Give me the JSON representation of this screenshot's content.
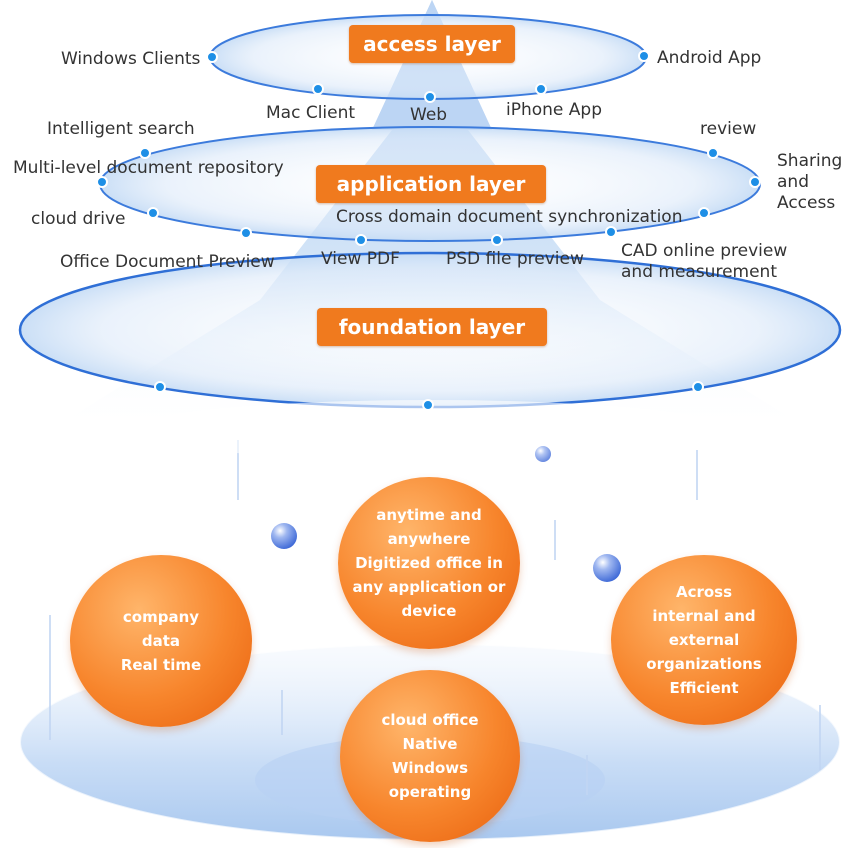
{
  "layers": {
    "access": "access layer",
    "application": "application layer",
    "foundation": "foundation layer"
  },
  "access_labels": {
    "windows": "Windows Clients",
    "android": "Android App",
    "mac": "Mac Client",
    "web": "Web",
    "iphone": "iPhone App"
  },
  "application_labels": {
    "intelligent_search": "Intelligent search",
    "repository": "Multi-level document repository",
    "cloud_drive": "cloud drive",
    "office_preview": "Office Document Preview",
    "view_pdf": "View PDF",
    "psd_preview": "PSD file preview",
    "cad_preview": "CAD online preview\nand measurement",
    "cross_domain": "Cross domain document synchronization",
    "review": "review",
    "sharing": "Sharing\nand\nAccess"
  },
  "circles": {
    "company": "company\ndata\nReal time",
    "anytime": "anytime and\nanywhere\nDigitized office in\nany application or\ndevice",
    "across": "Across\ninternal and\nexternal\norganizations\nEfficient",
    "cloud_office": "cloud office\nNative\nWindows\noperating"
  },
  "colors": {
    "orange": "#f07a1e",
    "ring_blue": "#2f6fd6",
    "dot_blue": "#1e8fe6"
  }
}
